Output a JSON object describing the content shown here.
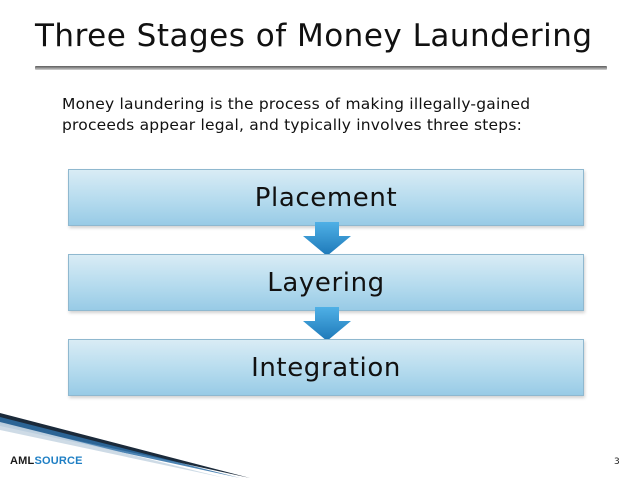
{
  "slide": {
    "title": "Three Stages of Money Laundering",
    "intro_lines": [
      "Money laundering is the process of making illegally-gained",
      "proceeds appear legal, and typically involves three steps:"
    ],
    "stages": [
      "Placement",
      "Layering",
      "Integration"
    ],
    "footer": {
      "brand_prefix": "AML",
      "brand_suffix": "SOURCE",
      "page_number": "3"
    }
  },
  "colors": {
    "stage_fill": "#b5dbee",
    "arrow": "#2b8fc9",
    "brand_accent": "#1f7fc4"
  }
}
